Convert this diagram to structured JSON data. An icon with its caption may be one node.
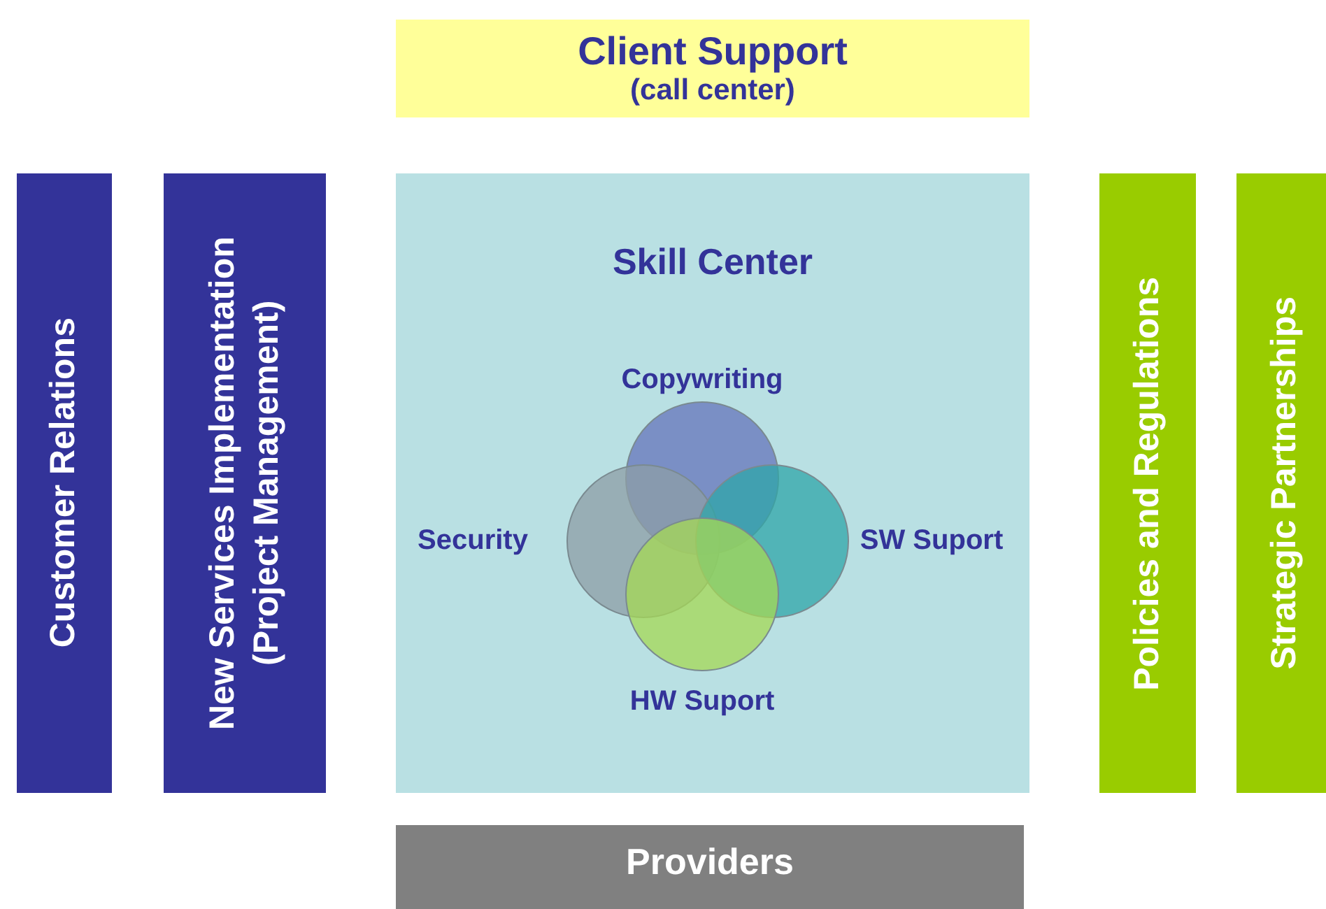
{
  "diagram": {
    "nodes": [
      {
        "text": [
          "Client Support",
          "(call center)"
        ]
      },
      {
        "text": [
          "Customer Relations"
        ]
      },
      {
        "text": [
          "New Services Implementation (Project Management)"
        ]
      },
      {
        "text": [
          "Skill Center"
        ]
      },
      {
        "text": [
          "Copywriting"
        ],
        "in": 3
      },
      {
        "text": [
          "Security"
        ],
        "in": 3
      },
      {
        "text": [
          "SW Suport"
        ],
        "in": 3
      },
      {
        "text": [
          "HW Suport"
        ],
        "in": 3
      },
      {
        "text": [
          "Policies and Regulations"
        ]
      },
      {
        "text": [
          "Strategic Partnerships"
        ]
      },
      {
        "text": [
          "Providers"
        ]
      }
    ]
  }
}
